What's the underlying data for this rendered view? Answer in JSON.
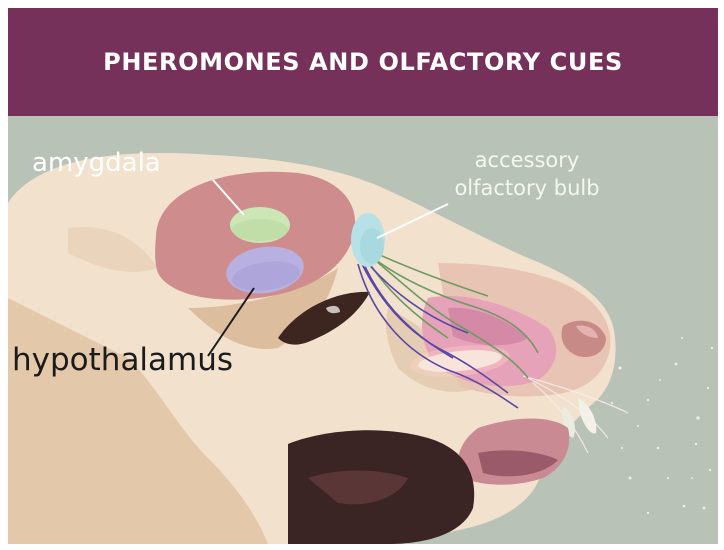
{
  "header": {
    "title": "PHEROMONES AND OLFACTORY CUES"
  },
  "labels": {
    "amygdala": "amygdala",
    "accessory_olfactory_bulb": "accessory\nolfactory bulb",
    "hypothalamus": "hypothalamus"
  },
  "colors": {
    "header_bg": "#75315a",
    "background": "#b9c2b6",
    "head_fur": "#f2e2cd",
    "head_shadow": "#dcbd9e",
    "brain": "#cf8c8c",
    "amygdala": "#cde6b6",
    "hypothalamus": "#b8b0e0",
    "accessory_olfactory_bulb": "#b6e1e6",
    "nerves_green": "#6d9b63",
    "nerves_purple": "#5848a6",
    "nasal_tissue": "#e6a2b8"
  }
}
